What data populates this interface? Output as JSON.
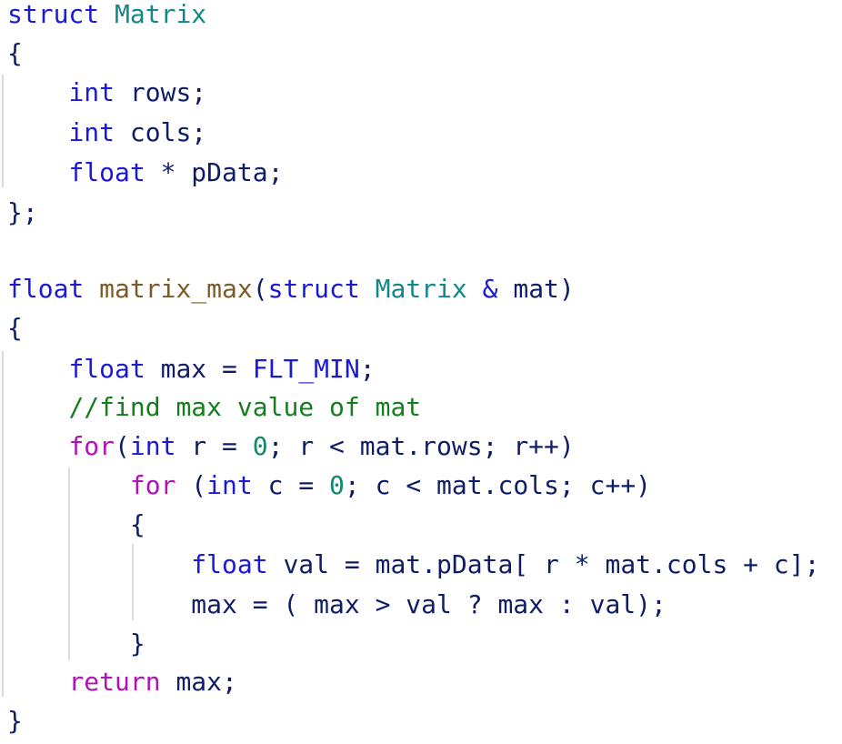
{
  "editor": {
    "language": "C",
    "lines": [
      {
        "tokens": [
          {
            "t": "struct",
            "c": "kw"
          },
          {
            "t": " "
          },
          {
            "t": "Matrix",
            "c": "type"
          }
        ]
      },
      {
        "tokens": [
          {
            "t": "{"
          }
        ]
      },
      {
        "tokens": [
          {
            "t": "    "
          },
          {
            "t": "int",
            "c": "kw"
          },
          {
            "t": " rows;"
          }
        ]
      },
      {
        "tokens": [
          {
            "t": "    "
          },
          {
            "t": "int",
            "c": "kw"
          },
          {
            "t": " cols;"
          }
        ]
      },
      {
        "tokens": [
          {
            "t": "    "
          },
          {
            "t": "float",
            "c": "kw"
          },
          {
            "t": " * pData;"
          }
        ]
      },
      {
        "tokens": [
          {
            "t": "};"
          }
        ]
      },
      {
        "tokens": []
      },
      {
        "tokens": [
          {
            "t": "float",
            "c": "kw"
          },
          {
            "t": " "
          },
          {
            "t": "matrix_max",
            "c": "fn"
          },
          {
            "t": "("
          },
          {
            "t": "struct",
            "c": "kw"
          },
          {
            "t": " "
          },
          {
            "t": "Matrix",
            "c": "type"
          },
          {
            "t": " "
          },
          {
            "t": "&",
            "c": "kw"
          },
          {
            "t": " mat)"
          }
        ]
      },
      {
        "tokens": [
          {
            "t": "{"
          }
        ]
      },
      {
        "tokens": [
          {
            "t": "    "
          },
          {
            "t": "float",
            "c": "kw"
          },
          {
            "t": " max = "
          },
          {
            "t": "FLT_MIN",
            "c": "mac"
          },
          {
            "t": ";"
          }
        ]
      },
      {
        "tokens": [
          {
            "t": "    "
          },
          {
            "t": "//find max value of mat",
            "c": "cmt"
          }
        ]
      },
      {
        "tokens": [
          {
            "t": "    "
          },
          {
            "t": "for",
            "c": "ctl"
          },
          {
            "t": "("
          },
          {
            "t": "int",
            "c": "kw"
          },
          {
            "t": " r = "
          },
          {
            "t": "0",
            "c": "num"
          },
          {
            "t": "; r < mat.rows; r++)"
          }
        ]
      },
      {
        "tokens": [
          {
            "t": "        "
          },
          {
            "t": "for",
            "c": "ctl"
          },
          {
            "t": " ("
          },
          {
            "t": "int",
            "c": "kw"
          },
          {
            "t": " c = "
          },
          {
            "t": "0",
            "c": "num"
          },
          {
            "t": "; c < mat.cols; c++)"
          }
        ]
      },
      {
        "tokens": [
          {
            "t": "        {"
          }
        ]
      },
      {
        "tokens": [
          {
            "t": "            "
          },
          {
            "t": "float",
            "c": "kw"
          },
          {
            "t": " val = mat.pData[ r * mat.cols + c];"
          }
        ]
      },
      {
        "tokens": [
          {
            "t": "            max = ( max > val ? max : val);"
          }
        ]
      },
      {
        "tokens": [
          {
            "t": "        }"
          }
        ]
      },
      {
        "tokens": [
          {
            "t": "    "
          },
          {
            "t": "return",
            "c": "ctl"
          },
          {
            "t": " max;"
          }
        ]
      },
      {
        "tokens": [
          {
            "t": "}"
          }
        ]
      }
    ]
  }
}
